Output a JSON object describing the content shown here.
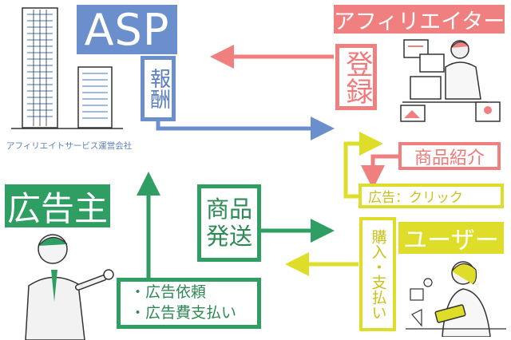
{
  "asp": {
    "title": "ASP",
    "reward_label": "報酬",
    "company_caption": "アフィリエイトサービス運営会社"
  },
  "affiliater": {
    "title": "アフィリエイター",
    "register_label": "登録",
    "product_intro_label": "商品紹介"
  },
  "advertiser": {
    "title": "広告主",
    "product_shipping_label_line1": "商品",
    "product_shipping_label_line2": "発送",
    "ad_request_line1": "・広告依頼",
    "ad_request_line2": "・広告費支払い"
  },
  "user": {
    "title": "ユーザー",
    "ad_click_label": "広告：クリック",
    "purchase_payment_label": "購入・支払い"
  },
  "colors": {
    "asp_blue": "#6a8fcc",
    "affiliater_pink": "#f08080",
    "advertiser_green": "#2e9e62",
    "user_yellow": "#dede2a"
  },
  "icons": {
    "buildings": "office-buildings-icon",
    "affiliater_person": "person-at-computer-icon",
    "advertiser_person": "businessman-pointing-icon",
    "user_person": "woman-with-tablet-icon"
  }
}
